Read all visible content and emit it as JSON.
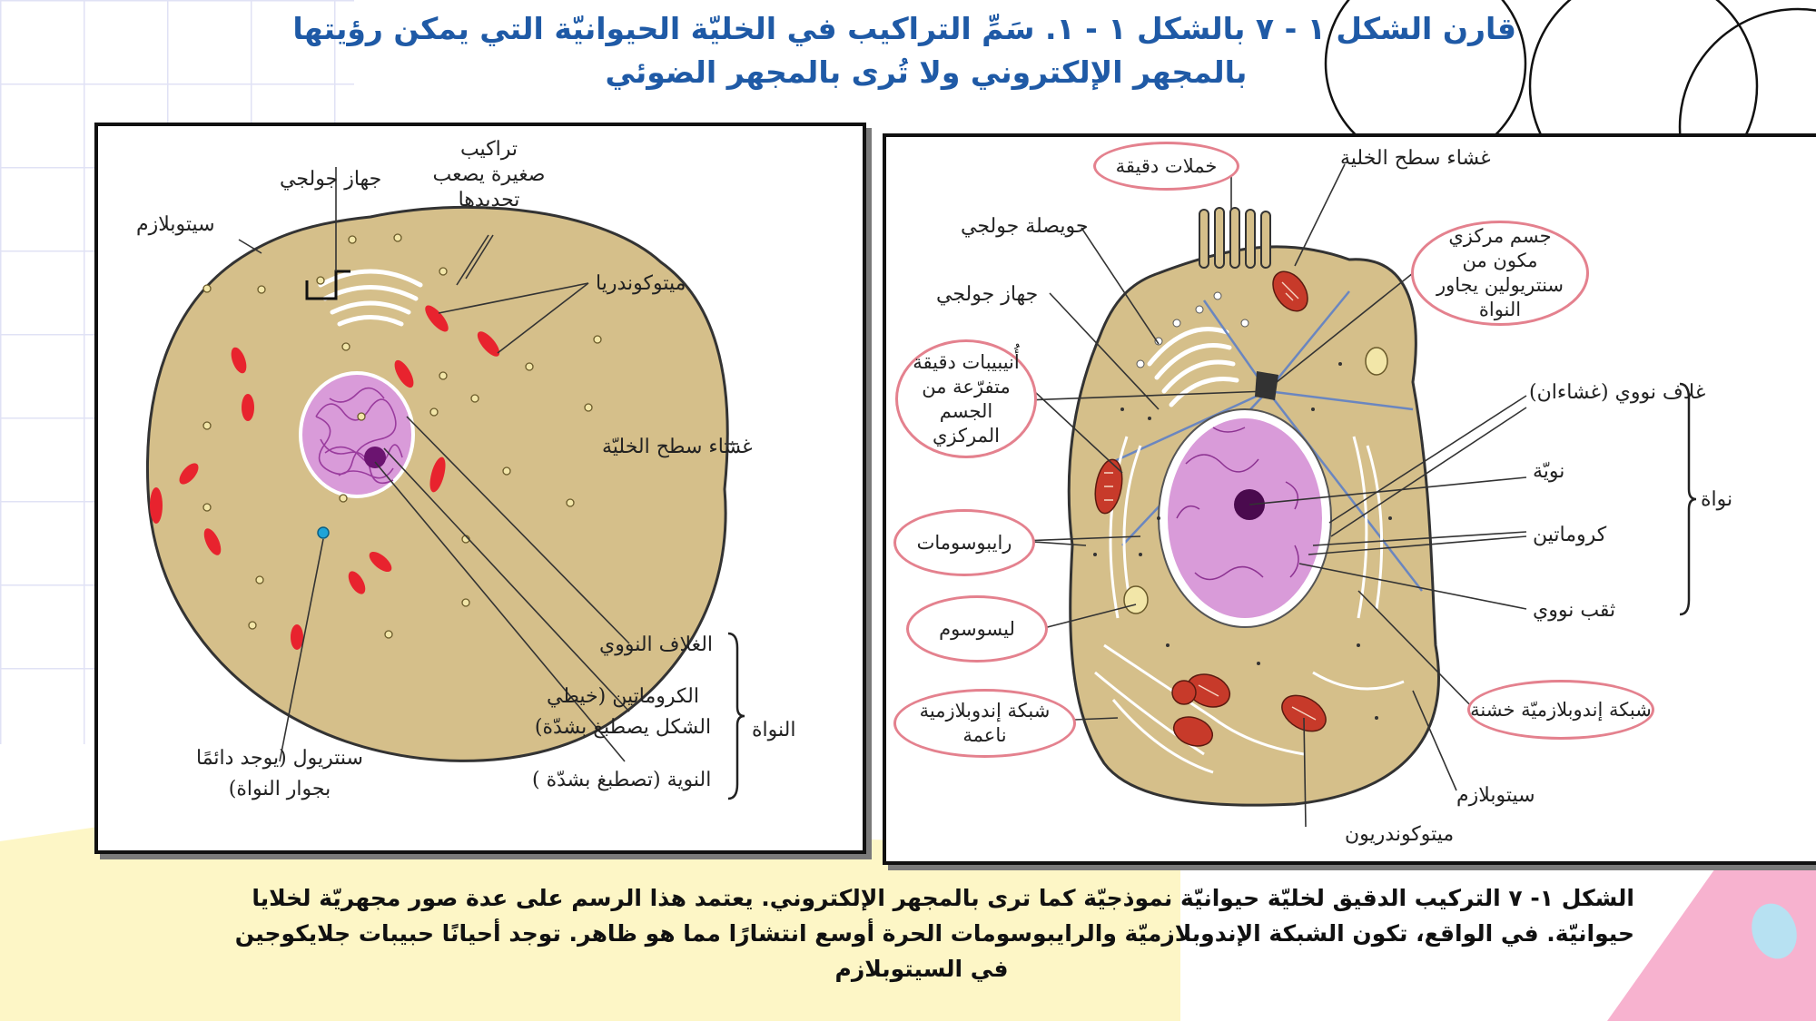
{
  "title": {
    "line1": "قارن الشكل ١ - ٧ بالشكل ١ - ١. سَمِّ التراكيب في الخليّة الحيوانيّة التي يمكن رؤيتها",
    "line2": "بالمجهر الإلكتروني ولا تُرى بالمجهر الضوئي"
  },
  "left_diagram": {
    "labels": {
      "small_structures": "تراكيب صغيرة يصعب تحديدها",
      "golgi": "جهاز جولجي",
      "cytoplasm": "سيتوبلازم",
      "mitochondria": "ميتوكوندريا",
      "cell_membrane": "غشاء سطح الخليّة",
      "nuclear_envelope": "الغلاف النووي",
      "chromatin": "الكروماتين (خيطي الشكل يصطبغ بشدّة)",
      "nucleolus": "النوية (تصطبغ بشدّة )",
      "nucleus": "النواة",
      "centriole": "سنتريول (يوجد دائمًا بجوار النواة)"
    }
  },
  "right_diagram": {
    "labels": {
      "microvilli": "خملات دقيقة",
      "cell_membrane": "غشاء سطح الخلية",
      "golgi_vesicle": "حويصلة جولجي",
      "golgi": "جهاز جولجي",
      "centrosome": "جسم مركزي مكون من سنتريولين يجاور النواة",
      "microtubules": "أُنيبيبات دقيقة متفرّعة من الجسم المركزي",
      "nuclear_envelope": "غلاف نووي (غشاءان)",
      "nucleolus": "نويّة",
      "chromatin": "كروماتين",
      "nuclear_pore": "ثقب نووي",
      "nucleus": "نواة",
      "ribosomes": "رايبوسومات",
      "lysosome": "ليسوسوم",
      "rough_er": "شبكة إندوبلازميّة خشنة",
      "smooth_er": "شبكة إندوبلازمية ناعمة",
      "cytoplasm": "سيتوبلازم",
      "mitochondrion": "ميتوكوندريون"
    }
  },
  "caption": {
    "line1": "الشكل ١- ٧ التركيب الدقيق لخليّة حيوانيّة نموذجيّة كما ترى بالمجهر الإلكتروني. يعتمد هذا الرسم على عدة صور مجهريّة لخلايا",
    "line2": "حيوانيّة. في الواقع، تكون الشبكة الإندوبلازميّة والرايبوسومات الحرة أوسع انتشارًا مما هو ظاهر. توجد أحيانًا حبيبات جلايكوجين",
    "line3": "في السيتوبلازم"
  },
  "colors": {
    "title": "#1f5aa6",
    "cytoplasm": "#d5bf8a",
    "nucleus": "#d99bd9",
    "mitochondria": "#e8232e",
    "highlight_oval": "#e4818e"
  }
}
